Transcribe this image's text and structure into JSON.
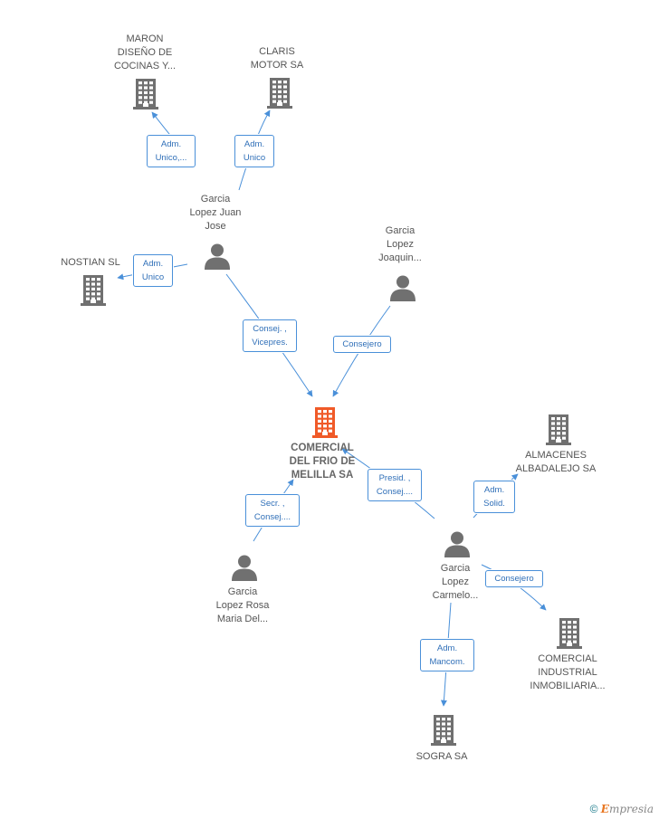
{
  "colors": {
    "edge": "#4a90d9",
    "node_gray": "#707070",
    "node_center": "#f05a28"
  },
  "nodes": {
    "maron": {
      "label": "MARON\nDISEÑO DE\nCOCINAS Y...",
      "icon": "building-icon"
    },
    "claris": {
      "label": "CLARIS\nMOTOR SA",
      "icon": "building-icon"
    },
    "garcia_juan": {
      "label": "Garcia\nLopez Juan\nJose",
      "icon": "person-icon"
    },
    "nostian": {
      "label": "NOSTIAN SL",
      "icon": "building-icon"
    },
    "garcia_joaquin": {
      "label": "Garcia\nLopez\nJoaquin...",
      "icon": "person-icon"
    },
    "comercial_frio": {
      "label": "COMERCIAL\nDEL FRIO DE\nMELILLA SA",
      "icon": "building-icon"
    },
    "almacenes": {
      "label": "ALMACENES\nALBADALEJO SA",
      "icon": "building-icon"
    },
    "garcia_rosa": {
      "label": "Garcia\nLopez Rosa\nMaria Del...",
      "icon": "person-icon"
    },
    "garcia_carmelo": {
      "label": "Garcia\nLopez\nCarmelo...",
      "icon": "person-icon"
    },
    "comercial_ind": {
      "label": "COMERCIAL\nINDUSTRIAL\nINMOBILIARIA...",
      "icon": "building-icon"
    },
    "sogra": {
      "label": "SOGRA SA",
      "icon": "building-icon"
    }
  },
  "relations": {
    "juan_maron": "Adm.\nUnico,...",
    "juan_claris": "Adm.\nUnico",
    "juan_nostian": "Adm.\nUnico",
    "juan_frio": "Consej. ,\nVicepres.",
    "joaquin_frio": "Consejero",
    "rosa_frio": "Secr. ,\nConsej....",
    "carmelo_frio": "Presid. ,\nConsej....",
    "carmelo_almacenes": "Adm.\nSolid.",
    "carmelo_ind": "Consejero",
    "carmelo_sogra": "Adm.\nMancom."
  },
  "footer": {
    "copyright": "©",
    "brand_initial": "E",
    "brand_rest": "mpresia"
  }
}
